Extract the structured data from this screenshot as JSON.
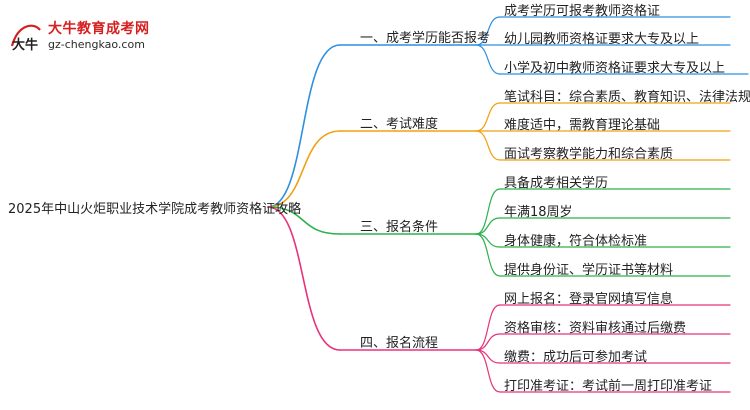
{
  "logo": {
    "mark_text": "大牛",
    "title": "大牛教育成考网",
    "url": "gz-chengkao.com"
  },
  "root": "2025年中山火炬职业技术学院成考教师资格证攻略",
  "branches": [
    {
      "label": "一、成考学历能否报考",
      "color": "#2f8fe0",
      "items": [
        "成考学历可报考教师资格证",
        "幼儿园教师资格证要求大专及以上",
        "小学及初中教师资格证要求大专及以上"
      ]
    },
    {
      "label": "二、考试难度",
      "color": "#f0a010",
      "items": [
        "笔试科目：综合素质、教育知识、法律法规",
        "难度适中，需教育理论基础",
        "面试考察教学能力和综合素质"
      ]
    },
    {
      "label": "三、报名条件",
      "color": "#2bb24c",
      "items": [
        "具备成考相关学历",
        "年满18周岁",
        "身体健康，符合体检标准",
        "提供身份证、学历证书等材料"
      ]
    },
    {
      "label": "四、报名流程",
      "color": "#e8337a",
      "items": [
        "网上报名：登录官网填写信息",
        "资格审核：资料审核通过后缴费",
        "缴费：成功后可参加考试",
        "打印准考证：考试前一周打印准考证"
      ]
    }
  ]
}
